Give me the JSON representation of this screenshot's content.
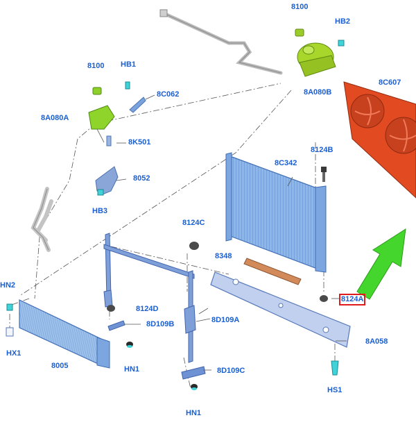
{
  "diagram": {
    "accent_color": "#1a5fd1",
    "highlight_color": "#e01b1b",
    "arrow_color": "#44d62c",
    "parts": {
      "p8100_top": "8100",
      "hb2": "HB2",
      "p8a080b": "8A080B",
      "p8c607": "8C607",
      "p8100_left": "8100",
      "hb1": "HB1",
      "p8c062": "8C062",
      "p8a080a": "8A080A",
      "p8k501": "8K501",
      "p8124b": "8124B",
      "p8c342": "8C342",
      "p8052": "8052",
      "hb3": "HB3",
      "p8124c": "8124C",
      "p8348": "8348",
      "p8124a": "8124A",
      "hn2": "HN2",
      "p8124d": "8124D",
      "p8d109b": "8D109B",
      "p8d109a": "8D109A",
      "p8a058": "8A058",
      "hx1": "HX1",
      "p8005": "8005",
      "hn1_left": "HN1",
      "p8d109c": "8D109C",
      "hs1": "HS1",
      "hn1_bottom": "HN1"
    }
  }
}
